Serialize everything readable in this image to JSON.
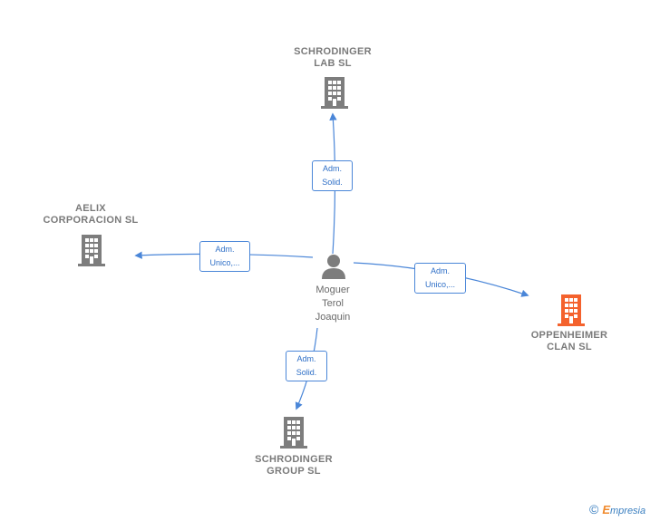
{
  "nodes": {
    "center_person": {
      "name": "Moguer\nTerol\nJoaquin"
    },
    "schrodinger_lab": {
      "name": "SCHRODINGER\nLAB  SL"
    },
    "aelix": {
      "name": "AELIX\nCORPORACION SL"
    },
    "oppenheimer": {
      "name": "OPPENHEIMER\nCLAN  SL",
      "highlight_color": "#f4622d"
    },
    "schrodinger_group": {
      "name": "SCHRODINGER\nGROUP  SL"
    }
  },
  "edges": {
    "to_schrodinger_lab": "Adm.\nSolid.",
    "to_aelix": "Adm.\nUnico,...",
    "to_oppenheimer": "Adm.\nUnico,...",
    "to_schrodinger_group": "Adm.\nSolid."
  },
  "colors": {
    "edge": "#4a86d8",
    "building": "#7d7d7d",
    "person": "#7d7d7d",
    "highlight": "#f4622d"
  },
  "footer": {
    "copyright_symbol": "©",
    "brand_initial": "E",
    "brand_rest": "mpresia"
  }
}
